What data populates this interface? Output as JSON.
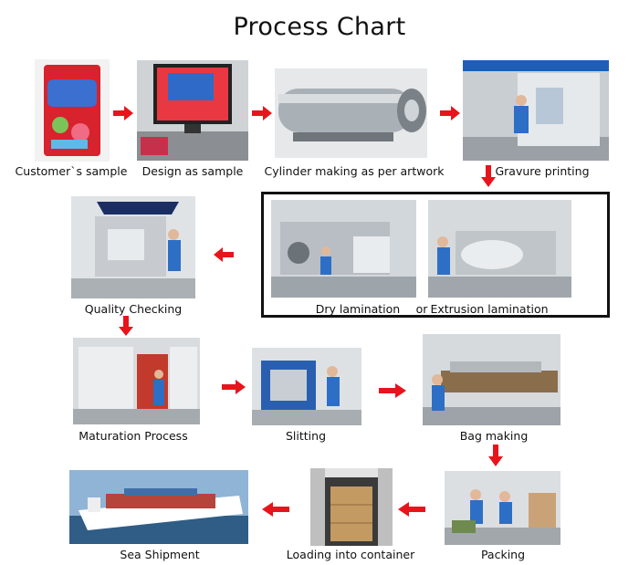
{
  "title": "Process Chart",
  "steps": {
    "customer_sample": "Customer`s sample",
    "design_sample": "Design as sample",
    "cylinder": "Cylinder making as per artwork",
    "gravure": "Gravure printing",
    "quality": "Quality Checking",
    "dry_lam": "Dry lamination",
    "or": "or",
    "extrusion_lam": "Extrusion lamination",
    "maturation": "Maturation Process",
    "slitting": "Slitting",
    "bag_making": "Bag making",
    "sea_shipment": "Sea Shipment",
    "loading": "Loading into container",
    "packing": "Packing"
  },
  "colors": {
    "arrow": "#e8141b",
    "frame": "#111111"
  }
}
